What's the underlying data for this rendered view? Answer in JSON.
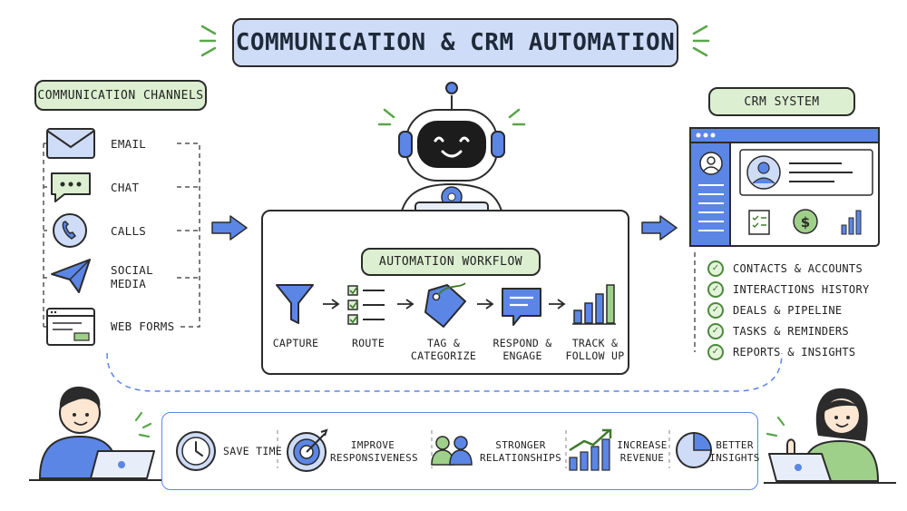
{
  "title": "COMMUNICATION & CRM AUTOMATION",
  "channels": {
    "heading": "COMMUNICATION CHANNELS",
    "items": [
      {
        "label": "EMAIL",
        "icon": "envelope-icon"
      },
      {
        "label": "CHAT",
        "icon": "chat-bubble-icon"
      },
      {
        "label": "CALLS",
        "icon": "phone-icon"
      },
      {
        "label": "SOCIAL\nMEDIA",
        "icon": "paper-plane-icon"
      },
      {
        "label": "WEB FORMS",
        "icon": "web-form-icon"
      }
    ]
  },
  "workflow": {
    "heading": "AUTOMATION WORKFLOW",
    "steps": [
      {
        "label": "CAPTURE",
        "icon": "funnel-icon"
      },
      {
        "label": "ROUTE",
        "icon": "checklist-icon"
      },
      {
        "label": "TAG &\nCATEGORIZE",
        "icon": "tag-icon"
      },
      {
        "label": "RESPOND &\nENGAGE",
        "icon": "message-icon"
      },
      {
        "label": "TRACK &\nFOLLOW UP",
        "icon": "bar-chart-icon"
      }
    ]
  },
  "crm": {
    "heading": "CRM SYSTEM",
    "features": [
      "CONTACTS & ACCOUNTS",
      "INTERACTIONS HISTORY",
      "DEALS & PIPELINE",
      "TASKS & REMINDERS",
      "REPORTS & INSIGHTS"
    ]
  },
  "benefits": [
    {
      "label": "SAVE TIME",
      "icon": "clock-icon"
    },
    {
      "label": "IMPROVE\nRESPONSIVENESS",
      "icon": "target-icon"
    },
    {
      "label": "STRONGER\nRELATIONSHIPS",
      "icon": "people-icon"
    },
    {
      "label": "INCREASE\nREVENUE",
      "icon": "growth-chart-icon"
    },
    {
      "label": "BETTER\nINSIGHTS",
      "icon": "pie-chart-icon"
    }
  ],
  "colors": {
    "blue": "#5b86e5",
    "light_blue": "#cfdcf7",
    "green": "#dcefd0",
    "dark": "#2b2b2b"
  }
}
